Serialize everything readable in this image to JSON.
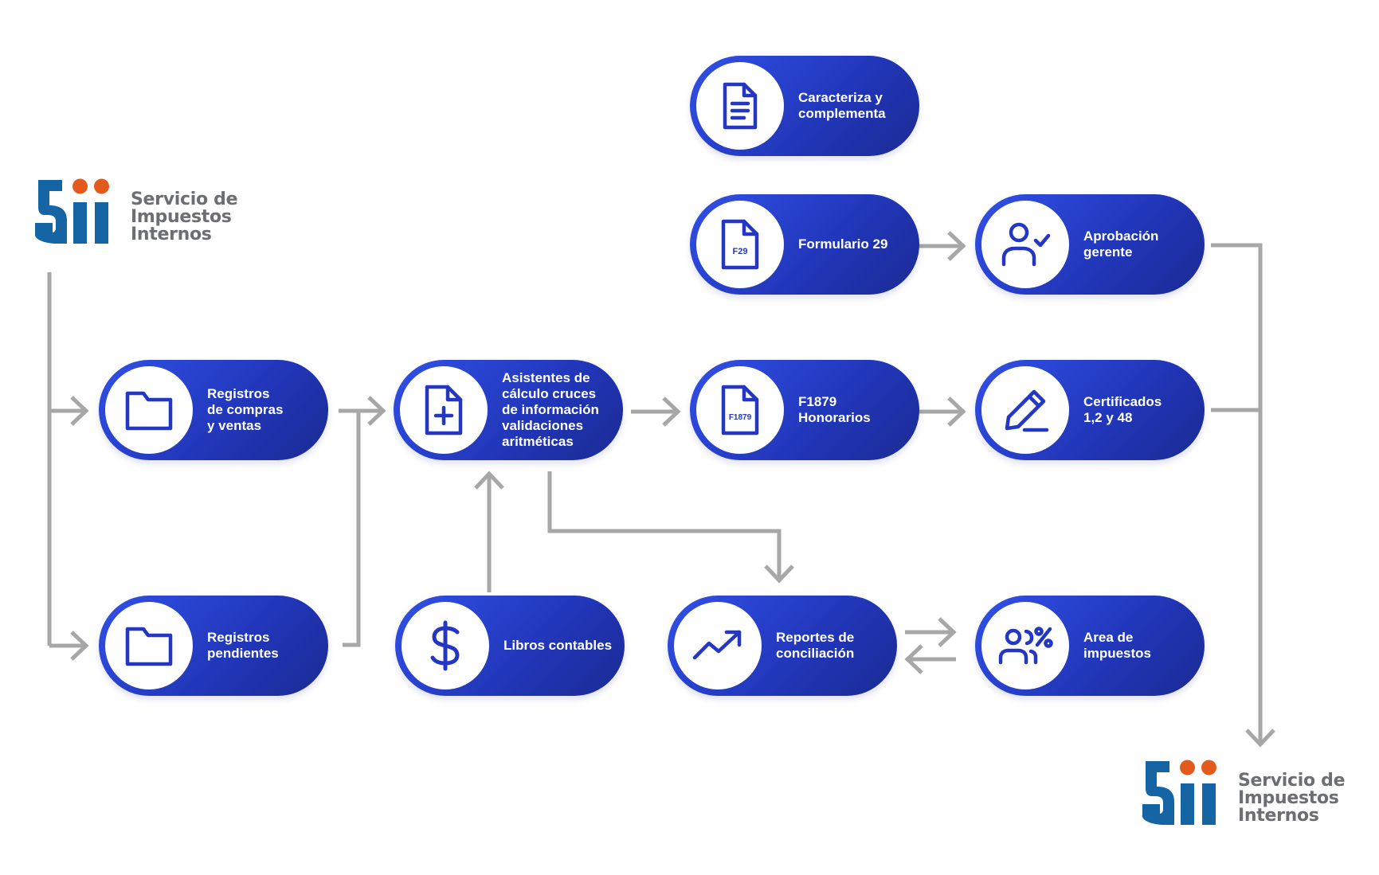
{
  "logos": [
    {
      "line1": "Servicio de",
      "line2": "Impuestos",
      "line3": "Internos"
    },
    {
      "line1": "Servicio de",
      "line2": "Impuestos",
      "line3": "Internos"
    }
  ],
  "nodes": {
    "caracteriza": {
      "label": "Caracteriza y\ncomplementa",
      "icon": "document-icon"
    },
    "formulario29": {
      "label": "Formulario 29",
      "icon": "f29-file-icon",
      "icon_text": "F29"
    },
    "aprobacion": {
      "label": "Aprobación\ngerente",
      "icon": "user-check-icon"
    },
    "registros_compras": {
      "label": "Registros\nde compras\ny ventas",
      "icon": "folder-icon"
    },
    "asistentes": {
      "label": "Asistentes de\ncálculo cruces\nde información\nvalidaciones\naritméticas",
      "icon": "file-plus-icon"
    },
    "f1879": {
      "label": "F1879 Honorarios",
      "icon": "f1879-file-icon",
      "icon_text": "F1879"
    },
    "certificados": {
      "label": "Certificados\n1,2 y 48",
      "icon": "pen-icon"
    },
    "registros_pendientes": {
      "label": "Registros\npendientes",
      "icon": "folder-icon"
    },
    "libros": {
      "label": "Libros contables",
      "icon": "dollar-icon"
    },
    "reportes": {
      "label": "Reportes de\nconciliación",
      "icon": "trend-up-icon"
    },
    "area": {
      "label": "Area de\nimpuestos",
      "icon": "users-percent-icon"
    }
  },
  "colors": {
    "node_blue": "#2437c4",
    "connector": "#a7a7a7",
    "logo_blue": "#1565a5",
    "logo_orange": "#e35a1c",
    "logo_text": "#6d6e71"
  }
}
